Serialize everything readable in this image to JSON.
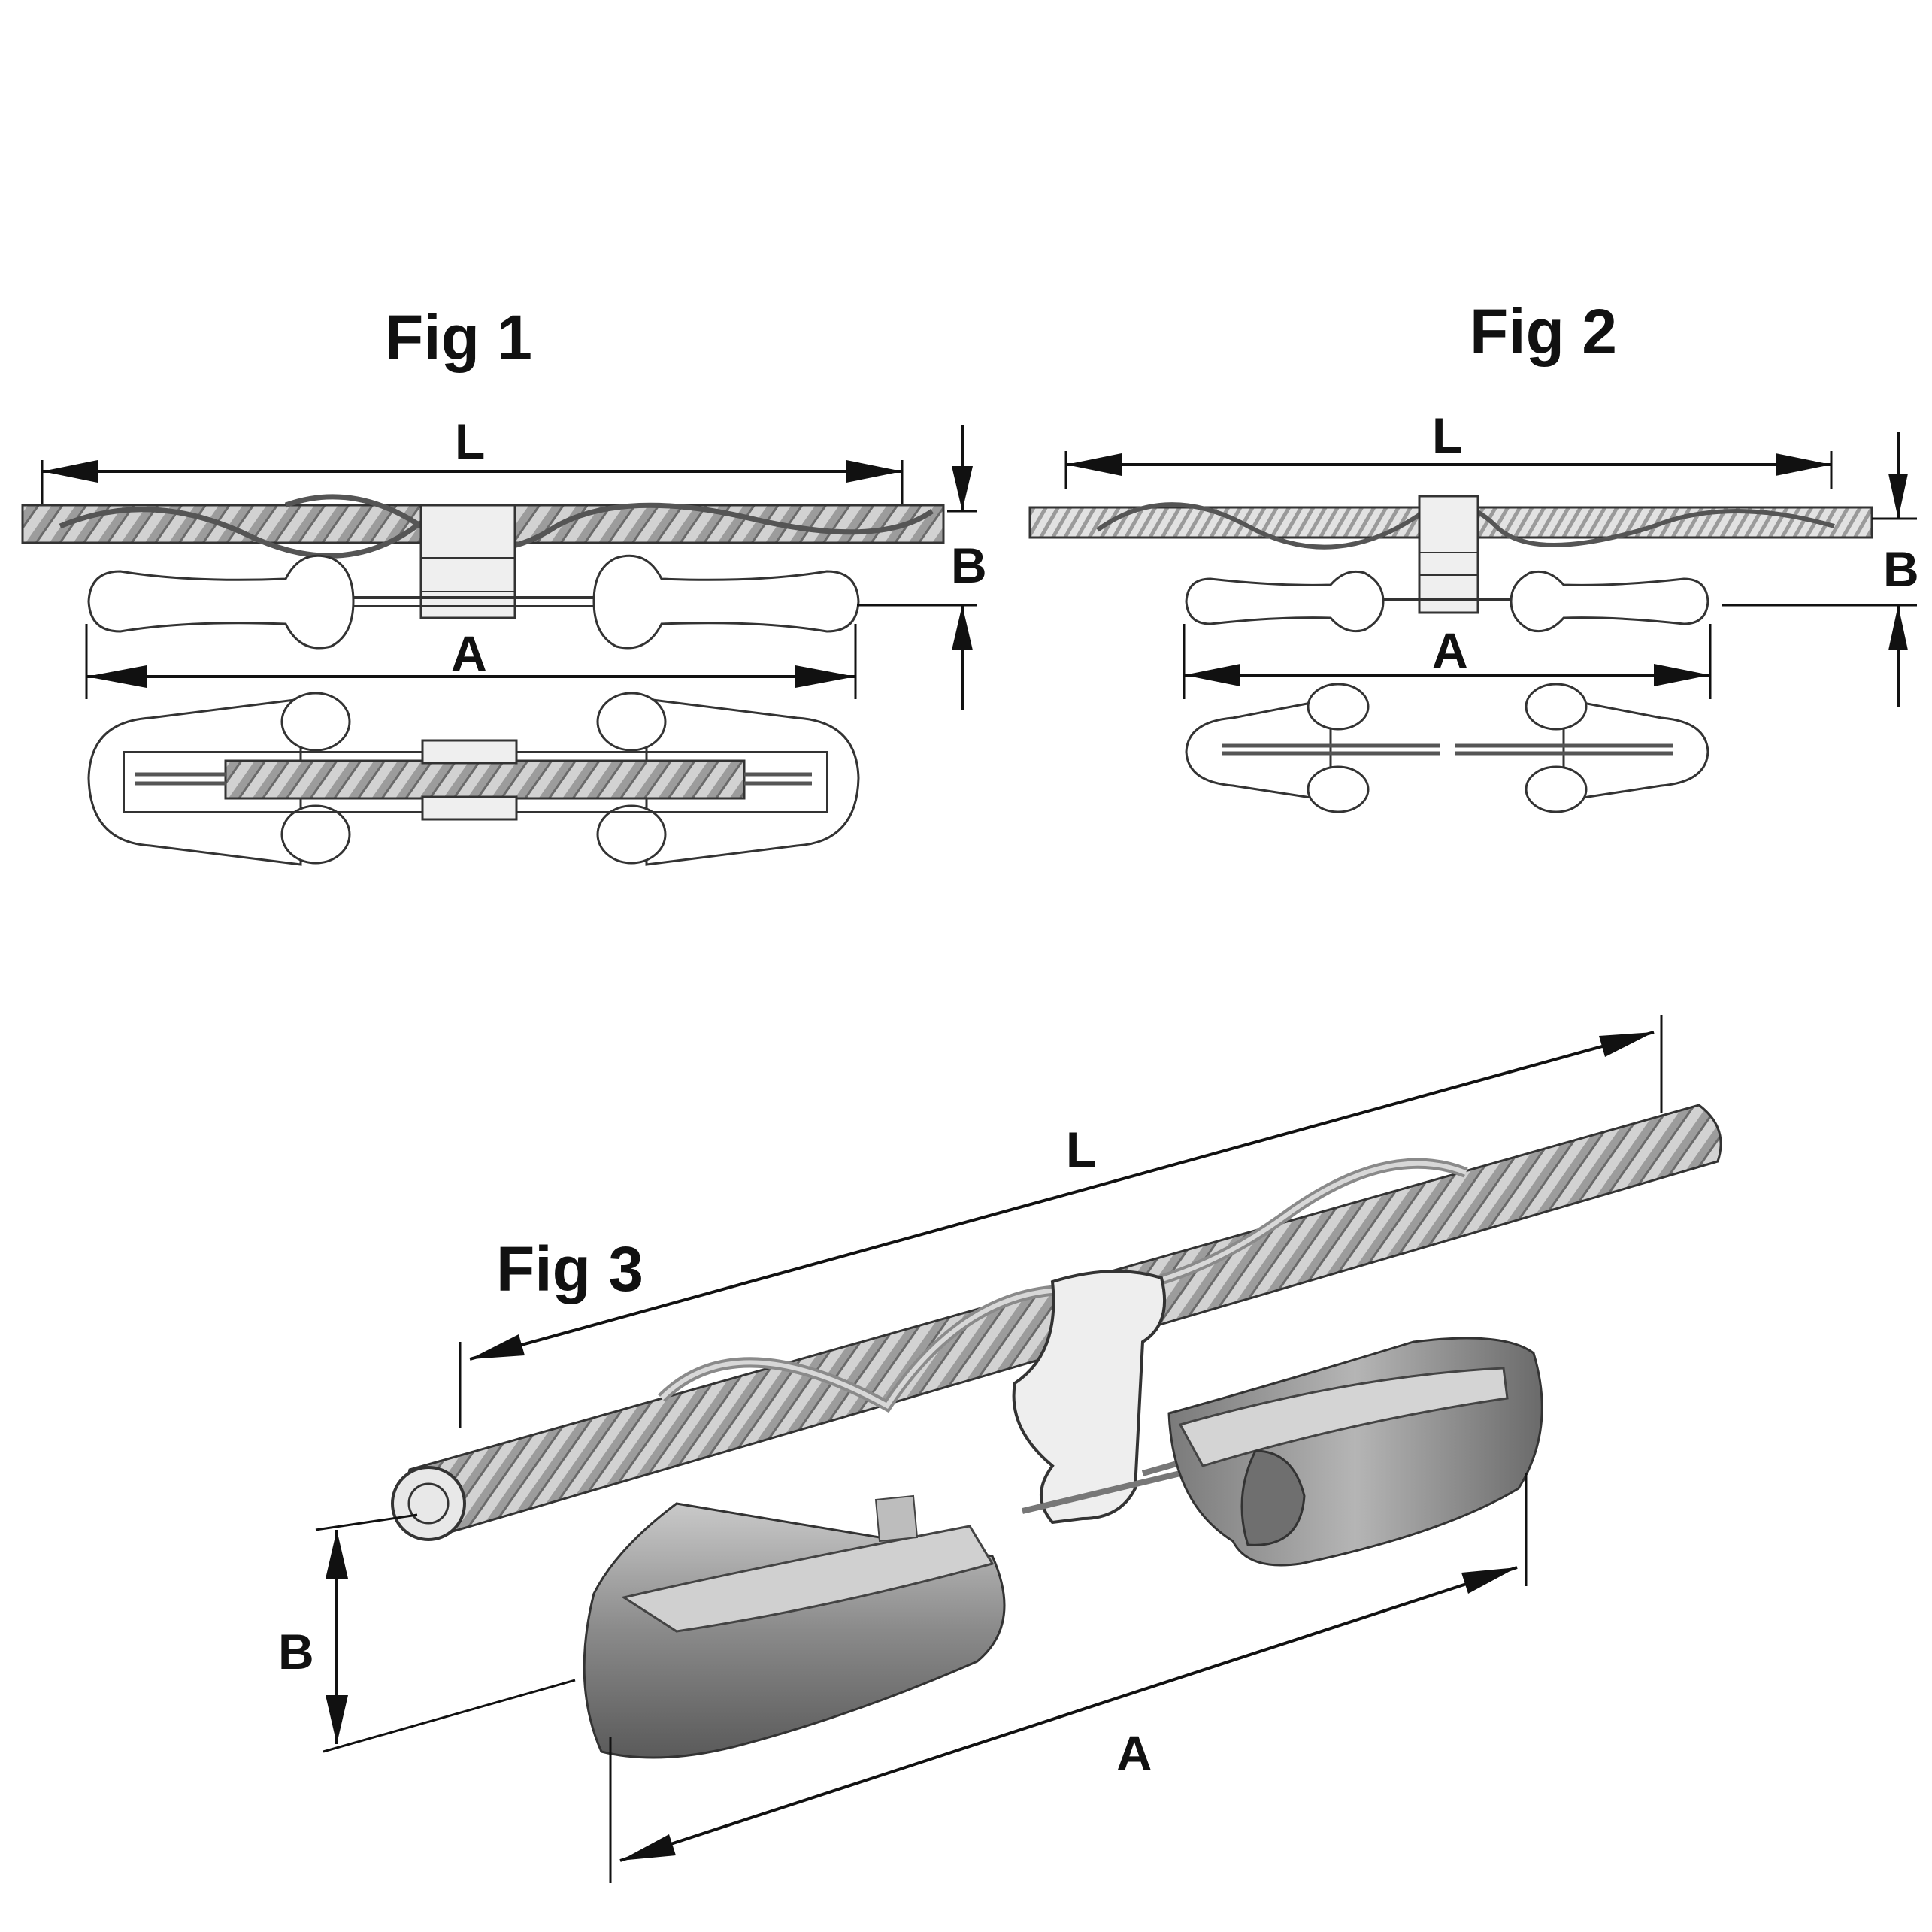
{
  "figures": [
    {
      "title": "Fig 1",
      "labels": {
        "L": "L",
        "A": "A",
        "B": "B"
      }
    },
    {
      "title": "Fig 2",
      "labels": {
        "L": "L",
        "A": "A",
        "B": "B"
      }
    },
    {
      "title": "Fig 3",
      "labels": {
        "L": "L",
        "A": "A",
        "B": "B"
      }
    }
  ],
  "colors": {
    "line": "#222222",
    "rope": "#b9b9b9",
    "rope_dark": "#6e6e6e",
    "thimble": "#8f8f8f",
    "thimble_dark": "#5c5c5c",
    "clip": "#e6e6e6"
  }
}
